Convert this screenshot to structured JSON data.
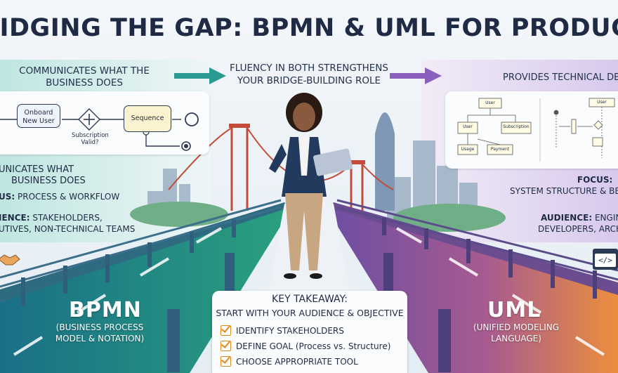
{
  "title": "RIDGING THE GAP: BPMN & UML FOR PRODUCT MANAGERS",
  "left_caption": "COMMUNICATES WHAT THE BUSINESS DOES",
  "middle_caption": "FLUENCY IN BOTH STRENGTHENS YOUR BRIDGE-BUILDING ROLE",
  "right_caption": "PROVIDES TECHNICAL DETAIL",
  "bpmn_diagram": {
    "onboard": "Onboard New User",
    "gateway_label": "Subscription Valid?",
    "sequence": "Sequence"
  },
  "uml_diagram": {
    "user_box": "User",
    "user_box_2": "User",
    "class_a": "User",
    "class_b": "Subscription",
    "class_c": "Usage",
    "class_d": "Payment"
  },
  "left_info": {
    "communicates": "UNICATES WHAT",
    "communicates_2": "BUSINESS DOES",
    "focus_key": "US:",
    "focus_val": "PROCESS & WORKFLOW",
    "audience_key": "IENCE:",
    "audience_val": "STAKEHOLDERS,",
    "audience_val_2": "UTIVES, NON-TECHNICAL TEAMS"
  },
  "right_info": {
    "focus_key": "FOCUS:",
    "focus_val": "SYSTEM STRUCTURE & BEHA",
    "audience_key": "AUDIENCE:",
    "audience_val": "ENGINE",
    "audience_val_2": "DEVELOPERS, ARCHITE"
  },
  "bpmn": {
    "name": "BPMN",
    "sub_1": "(BUSINESS PROCESS",
    "sub_2": "MODEL & NOTATION)"
  },
  "uml": {
    "name": "UML",
    "sub_1": "(UNIFIED MODELING",
    "sub_2": "LANGUAGE)"
  },
  "takeaway": {
    "title": "KEY TAKEAWAY:",
    "subtitle": "START WITH YOUR AUDIENCE & OBJECTIVE",
    "items": [
      "IDENTIFY STAKEHOLDERS",
      "DEFINE GOAL (Process vs. Structure)",
      "CHOOSE APPROPRIATE TOOL"
    ]
  },
  "code_icon_text": "</>",
  "colors": {
    "teal": "#1e8f86",
    "purple": "#7a4fa8",
    "orange": "#e98a3a",
    "navy": "#1f2a44"
  },
  "icons": [
    "handshake-icon",
    "code-icon",
    "check-icon",
    "arrow-right-icon"
  ]
}
